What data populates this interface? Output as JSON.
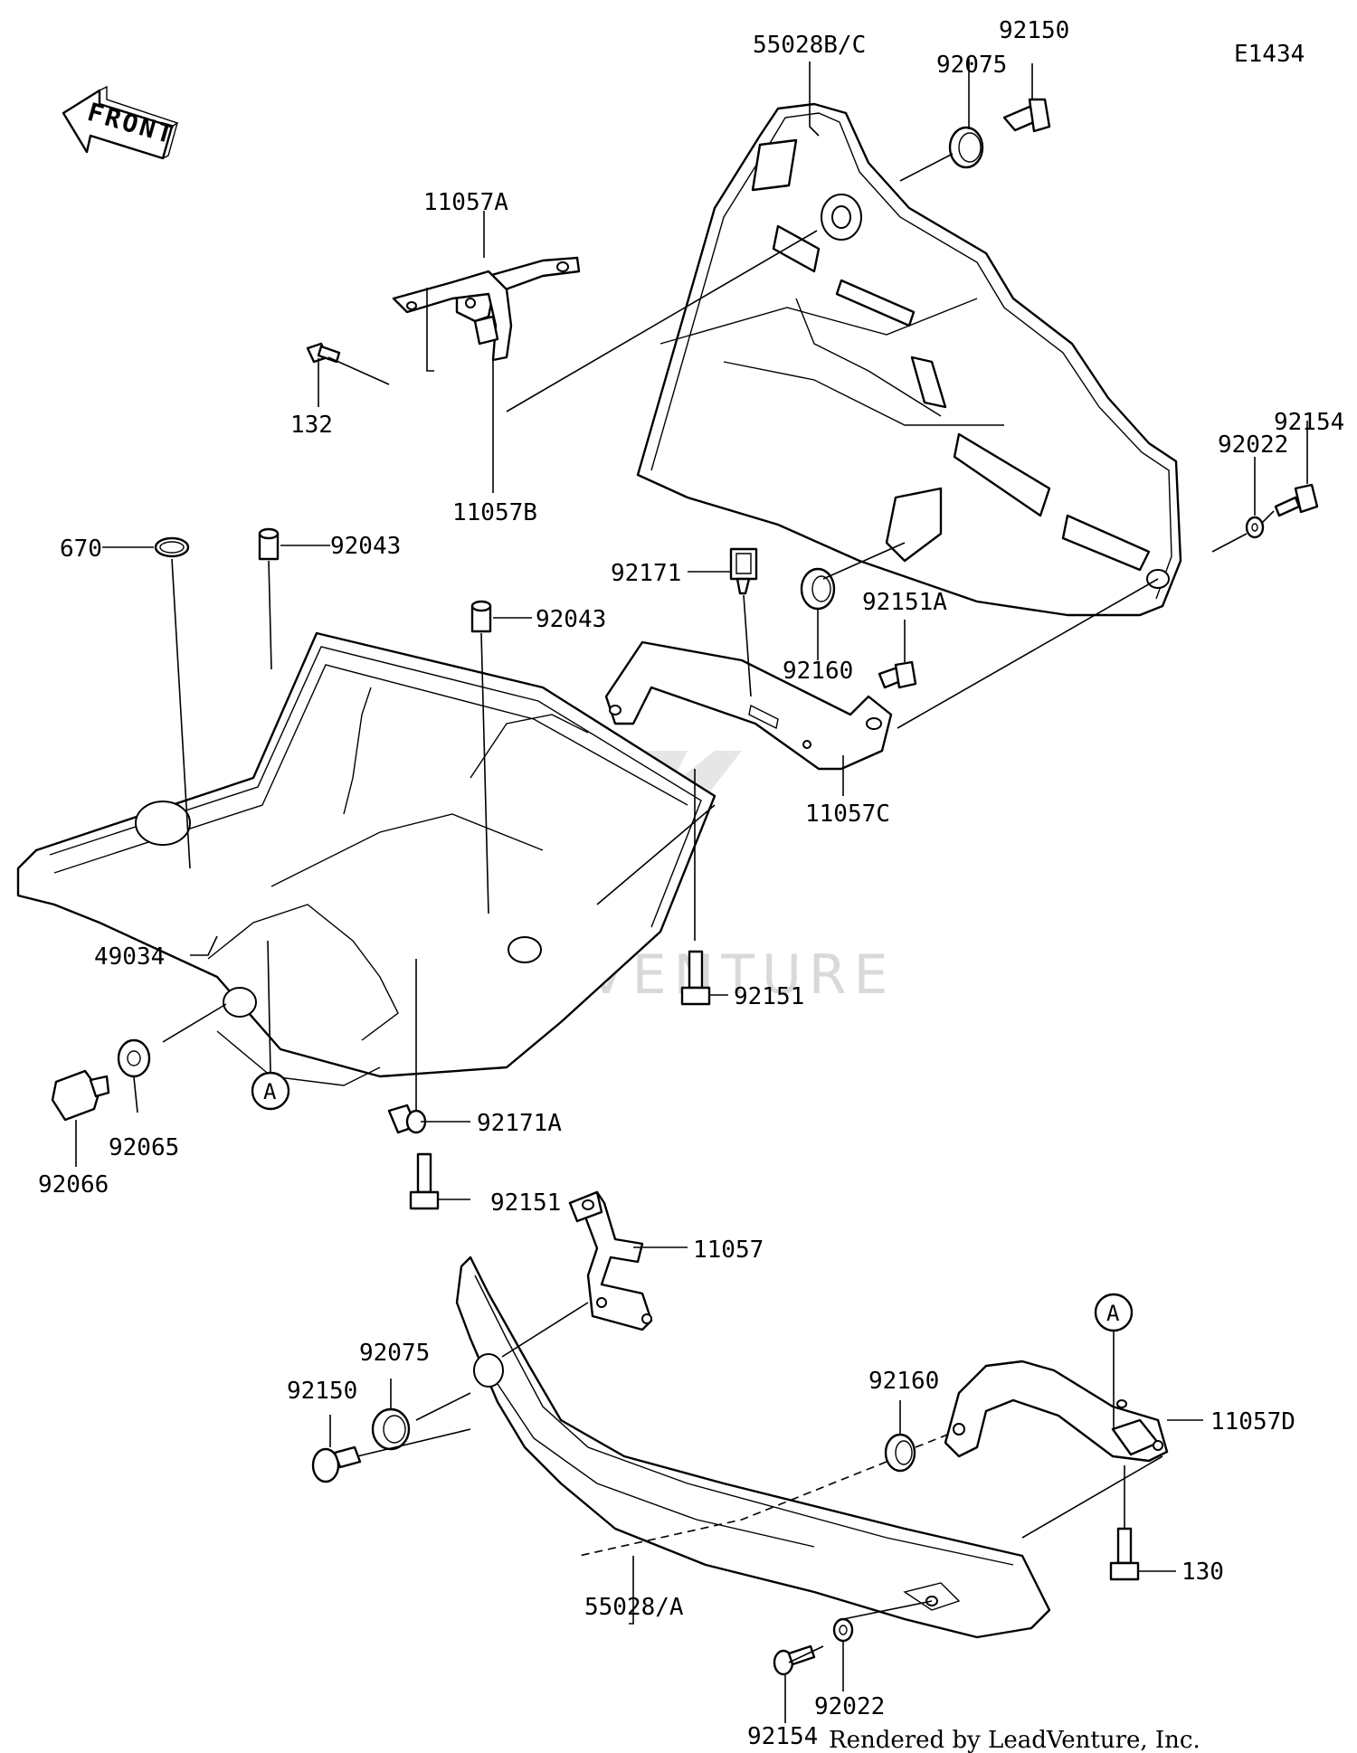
{
  "diagram": {
    "code": "E1434",
    "front_label": "FRONT",
    "watermark": "LEADVENTURE",
    "credit": "Rendered by LeadVenture, Inc.",
    "reference_marker": "A"
  },
  "labels": [
    {
      "id": "55028BC",
      "text": "55028B/C"
    },
    {
      "id": "92150-top",
      "text": "92150"
    },
    {
      "id": "92075-top",
      "text": "92075"
    },
    {
      "id": "11057A",
      "text": "11057A"
    },
    {
      "id": "132",
      "text": "132"
    },
    {
      "id": "11057B",
      "text": "11057B"
    },
    {
      "id": "92154-top",
      "text": "92154"
    },
    {
      "id": "92022-top",
      "text": "92022"
    },
    {
      "id": "670",
      "text": "670"
    },
    {
      "id": "92043-a",
      "text": "92043"
    },
    {
      "id": "92043-b",
      "text": "92043"
    },
    {
      "id": "92171",
      "text": "92171"
    },
    {
      "id": "92160-top",
      "text": "92160"
    },
    {
      "id": "92151A",
      "text": "92151A"
    },
    {
      "id": "11057C",
      "text": "11057C"
    },
    {
      "id": "49034",
      "text": "49034"
    },
    {
      "id": "92151-right",
      "text": "92151"
    },
    {
      "id": "92065",
      "text": "92065"
    },
    {
      "id": "92066",
      "text": "92066"
    },
    {
      "id": "92171A",
      "text": "92171A"
    },
    {
      "id": "92151-low",
      "text": "92151"
    },
    {
      "id": "11057",
      "text": "11057"
    },
    {
      "id": "92075-low",
      "text": "92075"
    },
    {
      "id": "92150-low",
      "text": "92150"
    },
    {
      "id": "92160-low",
      "text": "92160"
    },
    {
      "id": "11057D",
      "text": "11057D"
    },
    {
      "id": "130",
      "text": "130"
    },
    {
      "id": "55028A",
      "text": "55028/A"
    },
    {
      "id": "92022-low",
      "text": "92022"
    },
    {
      "id": "92154-low",
      "text": "92154"
    }
  ]
}
